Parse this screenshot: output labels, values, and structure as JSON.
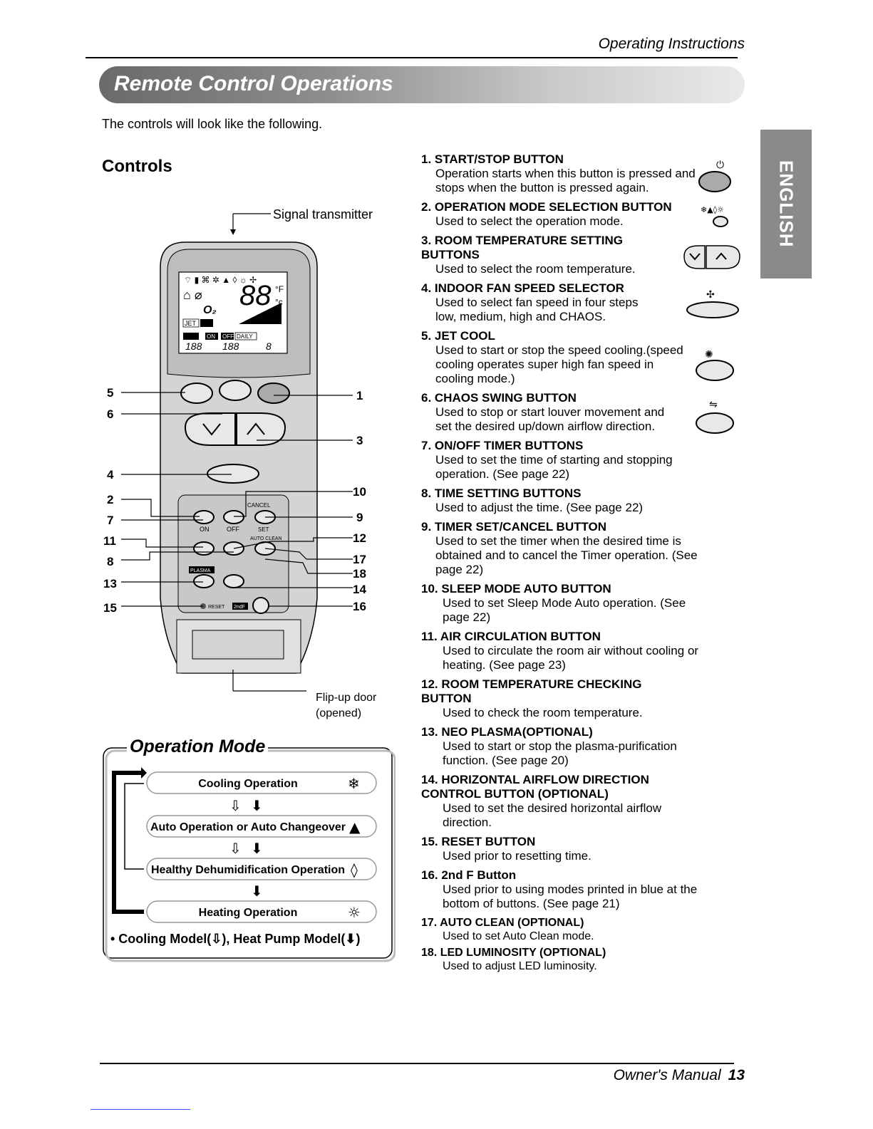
{
  "header": {
    "title": "Operating Instructions"
  },
  "banner": {
    "title": "Remote Control Operations"
  },
  "intro": "The controls will look like the following.",
  "language_tab": "ENGLISH",
  "controls": {
    "heading": "Controls",
    "signal_label": "Signal transmitter",
    "flip_label_1": "Flip-up door",
    "flip_label_2": "(opened)",
    "left_numbers": [
      "5",
      "6",
      "4",
      "2",
      "7",
      "11",
      "8",
      "13",
      "15"
    ],
    "right_numbers": [
      "1",
      "3",
      "10",
      "9",
      "12",
      "17",
      "18",
      "14",
      "16"
    ],
    "remote_text": {
      "cancel": "CANCEL",
      "set": "SET",
      "on": "ON",
      "off": "OFF",
      "auto_clean": "AUTO CLEAN",
      "plasma": "PLASMA",
      "reset": "RESET",
      "second_f": "2ndF",
      "display_digits": "88",
      "display_timer": "188",
      "display_jet": "JET",
      "display_on": "ON",
      "display_off": "OFF",
      "display_daily": "DAILY",
      "display_hr": "8"
    }
  },
  "operation_mode": {
    "title": "Operation Mode",
    "modes": [
      {
        "label": "Cooling Operation",
        "icon": "snowflake-icon"
      },
      {
        "label": "Auto Operation or Auto Changeover",
        "icon": "auto-icon"
      },
      {
        "label": "Healthy Dehumidification Operation",
        "icon": "droplet-icon"
      },
      {
        "label": "Heating Operation",
        "icon": "sun-icon"
      }
    ],
    "footer": "• Cooling Model(⇩), Heat Pump Model(⬇)"
  },
  "items": [
    {
      "title": "1. START/STOP BUTTON",
      "desc": "Operation starts when this button is pressed and stops when the button is pressed again."
    },
    {
      "title": "2. OPERATION MODE SELECTION BUTTON",
      "desc": "Used to select the operation mode."
    },
    {
      "title": "3. ROOM TEMPERATURE SETTING BUTTONS",
      "desc": "Used to select the room temperature."
    },
    {
      "title": "4. INDOOR FAN SPEED SELECTOR",
      "desc": "Used to select fan speed in four steps low, medium, high and CHAOS."
    },
    {
      "title": "5. JET COOL",
      "desc": "Used to start or stop the speed cooling.(speed cooling operates super high fan speed in cooling mode.)"
    },
    {
      "title": "6. CHAOS SWING BUTTON",
      "desc": "Used to stop or start louver movement and set the desired up/down airflow direction."
    },
    {
      "title": "7. ON/OFF TIMER BUTTONS",
      "desc": "Used to set the time of starting and stopping operation. (See page 22)"
    },
    {
      "title": "8. TIME SETTING BUTTONS",
      "desc": "Used to adjust the time. (See page 22)"
    },
    {
      "title": "9. TIMER SET/CANCEL BUTTON",
      "desc": "Used to set the timer when the desired time is obtained and to cancel the Timer operation. (See page 22)"
    },
    {
      "title": "10. SLEEP MODE AUTO BUTTON",
      "desc": "Used to set Sleep Mode Auto operation. (See page 22)"
    },
    {
      "title": "11. AIR CIRCULATION BUTTON",
      "desc": "Used to circulate the room air without cooling or heating. (See page 23)"
    },
    {
      "title": "12. ROOM TEMPERATURE CHECKING BUTTON",
      "desc": "Used to check the room temperature."
    },
    {
      "title": "13. NEO PLASMA(OPTIONAL)",
      "desc": "Used to start or stop the plasma-purification function. (See page 20)"
    },
    {
      "title": "14. HORIZONTAL AIRFLOW DIRECTION CONTROL BUTTON (OPTIONAL)",
      "desc": "Used to set the desired horizontal airflow direction."
    },
    {
      "title": "15. RESET BUTTON",
      "desc": "Used prior to resetting time."
    },
    {
      "title": "16. 2nd F Button",
      "desc": "Used prior to using modes printed in blue at the bottom of buttons. (See page 21)"
    },
    {
      "title": "17. AUTO CLEAN (OPTIONAL)",
      "desc": "Used to set Auto Clean mode."
    },
    {
      "title": "18. LED LUMINOSITY (OPTIONAL)",
      "desc": "Used to adjust LED luminosity."
    }
  ],
  "footer": {
    "manual": "Owner's Manual",
    "page": "13"
  }
}
